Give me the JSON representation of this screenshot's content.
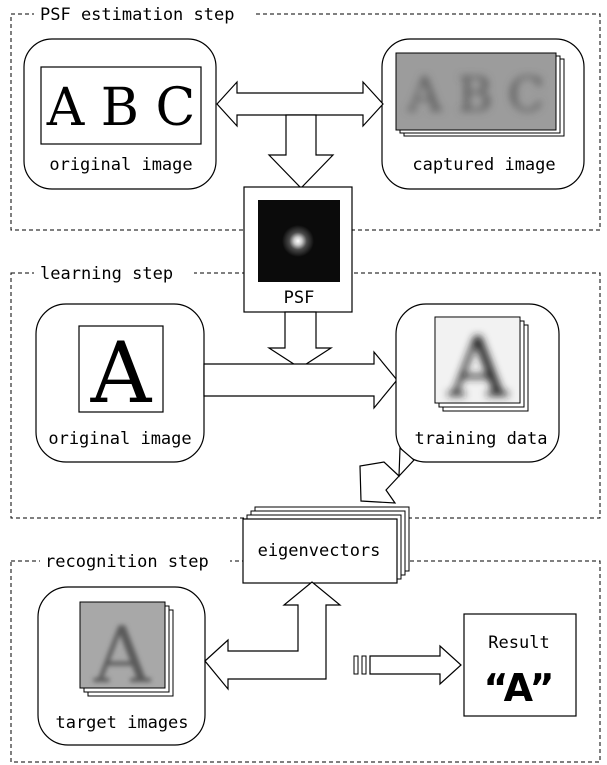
{
  "steps": {
    "psf_estimation": "PSF estimation step",
    "learning": "learning step",
    "recognition": "recognition step"
  },
  "psf_step": {
    "original_image_label": "original image",
    "original_text": "A B C",
    "captured_image_label": "captured image",
    "captured_text": "A B C"
  },
  "psf_label": "PSF",
  "learning_step": {
    "original_image_label": "original image",
    "original_glyph": "A",
    "training_data_label": "training data",
    "training_glyph": "A"
  },
  "eigenvectors_label": "eigenvectors",
  "recognition_step": {
    "target_images_label": "target images",
    "target_glyph": "A",
    "result_label": "Result",
    "result_value": "“A”"
  },
  "colors": {
    "stroke": "#000000",
    "background": "#ffffff",
    "psf_bg": "#0b0b0b",
    "captured_bg": "#9c9c9c"
  }
}
